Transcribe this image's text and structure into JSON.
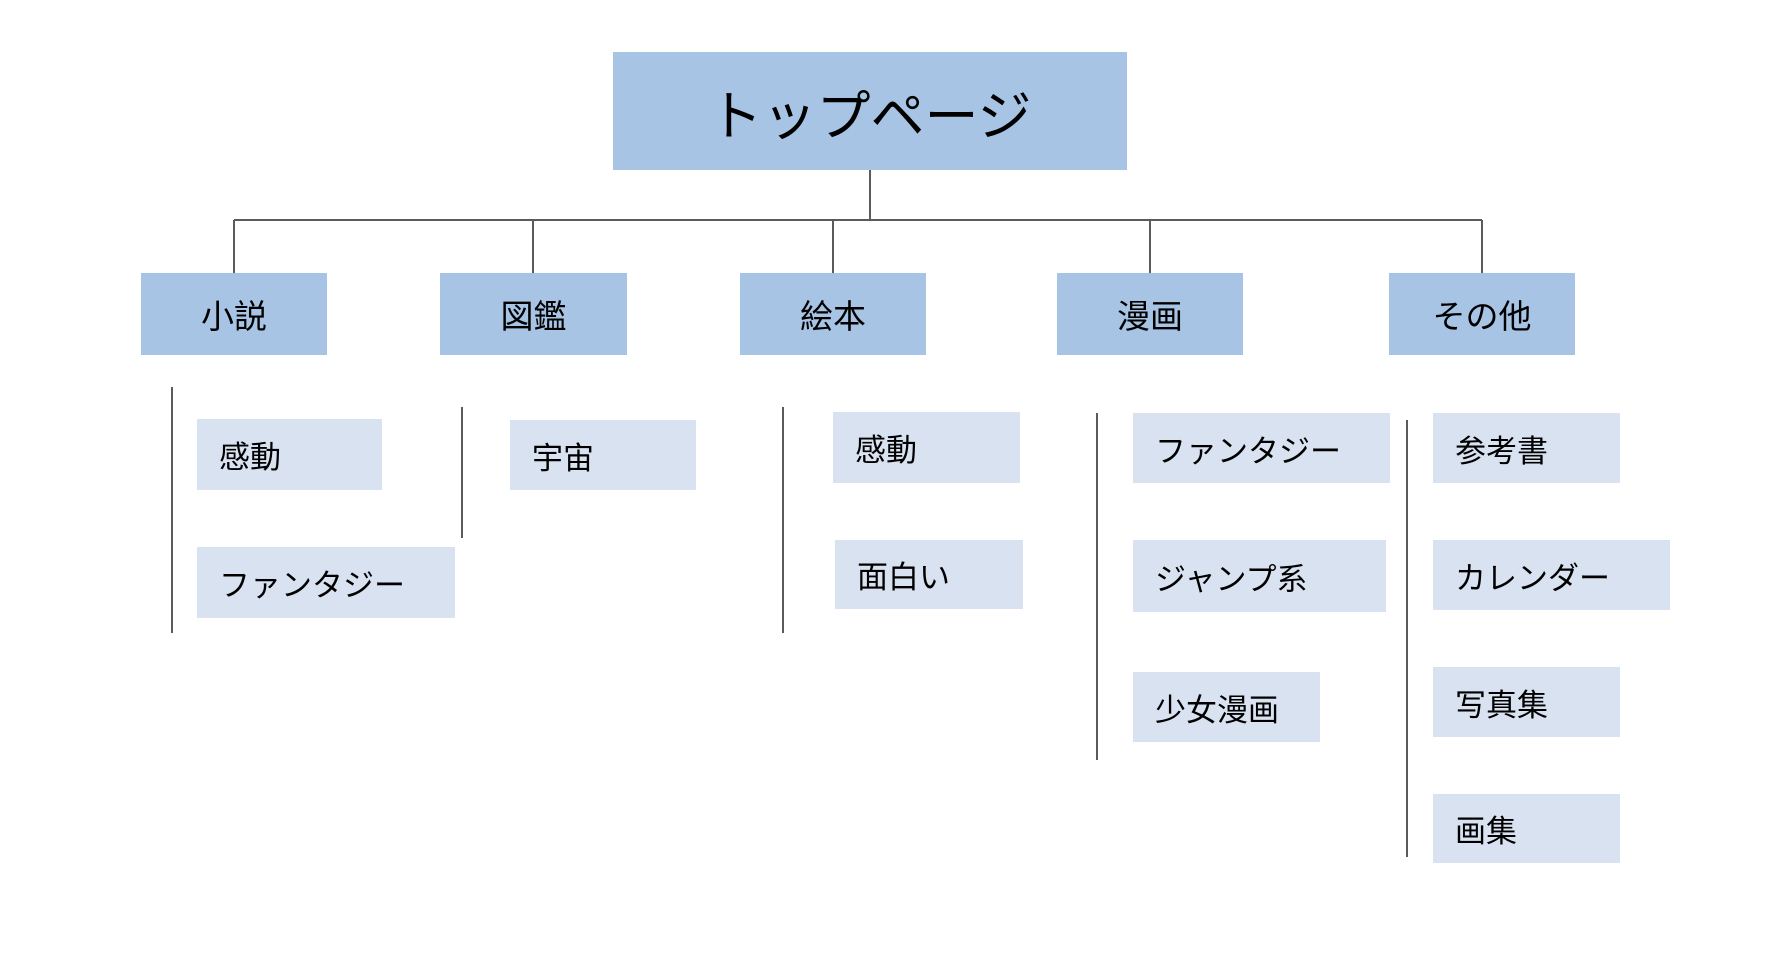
{
  "diagram": {
    "root": {
      "label": "トップページ"
    },
    "categories": [
      {
        "label": "小説",
        "children": [
          {
            "label": "感動"
          },
          {
            "label": "ファンタジー"
          }
        ]
      },
      {
        "label": "図鑑",
        "children": [
          {
            "label": "宇宙"
          }
        ]
      },
      {
        "label": "絵本",
        "children": [
          {
            "label": "感動"
          },
          {
            "label": "面白い"
          }
        ]
      },
      {
        "label": "漫画",
        "children": [
          {
            "label": "ファンタジー"
          },
          {
            "label": "ジャンプ系"
          },
          {
            "label": "少女漫画"
          }
        ]
      },
      {
        "label": "その他",
        "children": [
          {
            "label": "参考書"
          },
          {
            "label": "カレンダー"
          },
          {
            "label": "写真集"
          },
          {
            "label": "画集"
          }
        ]
      }
    ],
    "colors": {
      "node_primary": "#a7c4e5",
      "node_secondary": "#d9e2f1",
      "connector": "#5b5b5b",
      "text": "#000000",
      "background": "#ffffff"
    }
  }
}
